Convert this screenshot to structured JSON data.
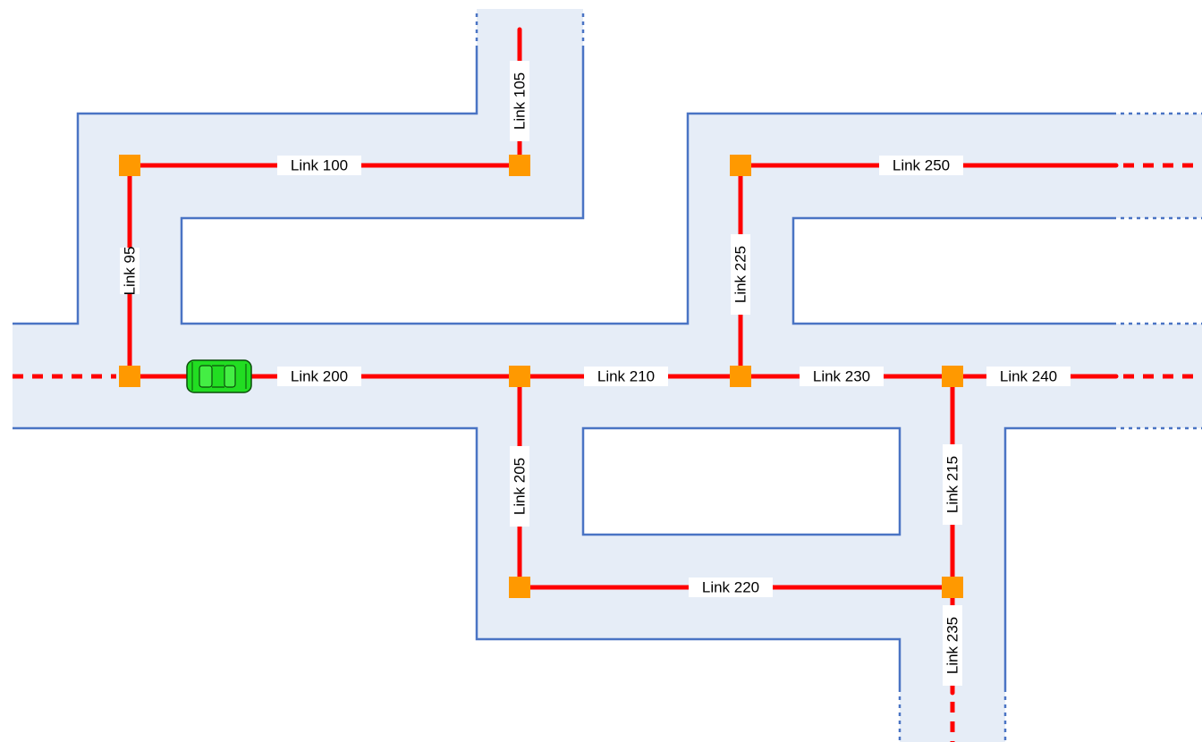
{
  "links": {
    "l95": "Link 95",
    "l100": "Link 100",
    "l105": "Link 105",
    "l200": "Link 200",
    "l205": "Link 205",
    "l210": "Link 210",
    "l215": "Link 215",
    "l220": "Link 220",
    "l225": "Link 225",
    "l230": "Link 230",
    "l235": "Link 235",
    "l240": "Link 240",
    "l250": "Link 250"
  },
  "colors": {
    "road": "#e6edf7",
    "road_edge": "#4a74c4",
    "link": "#ff0000",
    "node": "#ff9900",
    "vehicle": "#22dd22"
  },
  "vehicle": {
    "icon": "car-icon"
  }
}
